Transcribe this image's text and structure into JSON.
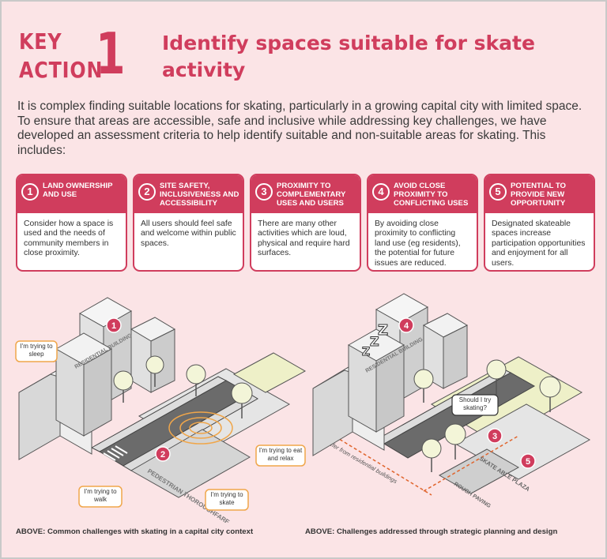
{
  "header": {
    "key_word": "KEY",
    "action_word": "ACTION",
    "number": "1",
    "title": "Identify spaces suitable for skate activity"
  },
  "intro": "It is complex finding suitable locations for skating, particularly in a growing capital city with limited space. To ensure that areas are accessible, safe and inclusive while addressing key challenges, we have developed an assessment criteria to help identify suitable and non-suitable areas for skating. This includes:",
  "cards": [
    {
      "num": "1",
      "title": "LAND OWNERSHIP AND USE",
      "body": "Consider how a space is used and the needs of community members in close proximity."
    },
    {
      "num": "2",
      "title": "SITE SAFETY, INCLUSIVENESS AND ACCESSIBILITY",
      "body": "All users should feel safe and welcome within public spaces."
    },
    {
      "num": "3",
      "title": "PROXIMITY TO COMPLEMENTARY USES AND USERS",
      "body": "There are many other activities which are loud, physical and require hard surfaces."
    },
    {
      "num": "4",
      "title": "AVOID CLOSE PROXIMITY TO CONFLICTING USES",
      "body": "By avoiding close proximity to conflicting land use (eg residents), the potential for future issues are reduced."
    },
    {
      "num": "5",
      "title": "POTENTIAL TO PROVIDE NEW OPPORTUNITY",
      "body": "Designated skateable spaces increase participation opportunities and enjoyment for all users."
    }
  ],
  "left_illustration": {
    "bubbles": [
      "I'm trying to sleep",
      "I'm trying to eat and relax",
      "I'm trying to walk",
      "I'm trying to skate"
    ],
    "building_label": "RESIDENTIAL BUILDING",
    "road_label": "PEDESTRIAN THOROUGHFARE",
    "markers": [
      "1",
      "2"
    ]
  },
  "right_illustration": {
    "bubble": "Should I try skating?",
    "building_label": "RESIDENTIAL BUILDING",
    "buffer_label": "75m buffer from residential buildings",
    "plaza_label": "SKATE ABLE PLAZA",
    "paving_label": "ROUGH PAVING",
    "markers": [
      "4",
      "3",
      "5"
    ]
  },
  "captions": {
    "left": "ABOVE: Common challenges with skating in a capital city context",
    "right": "ABOVE: Challenges addressed through strategic planning and design"
  },
  "colors": {
    "accent": "#d03d5d",
    "background": "#fbe4e6",
    "bubble_border": "#f0a64a"
  }
}
